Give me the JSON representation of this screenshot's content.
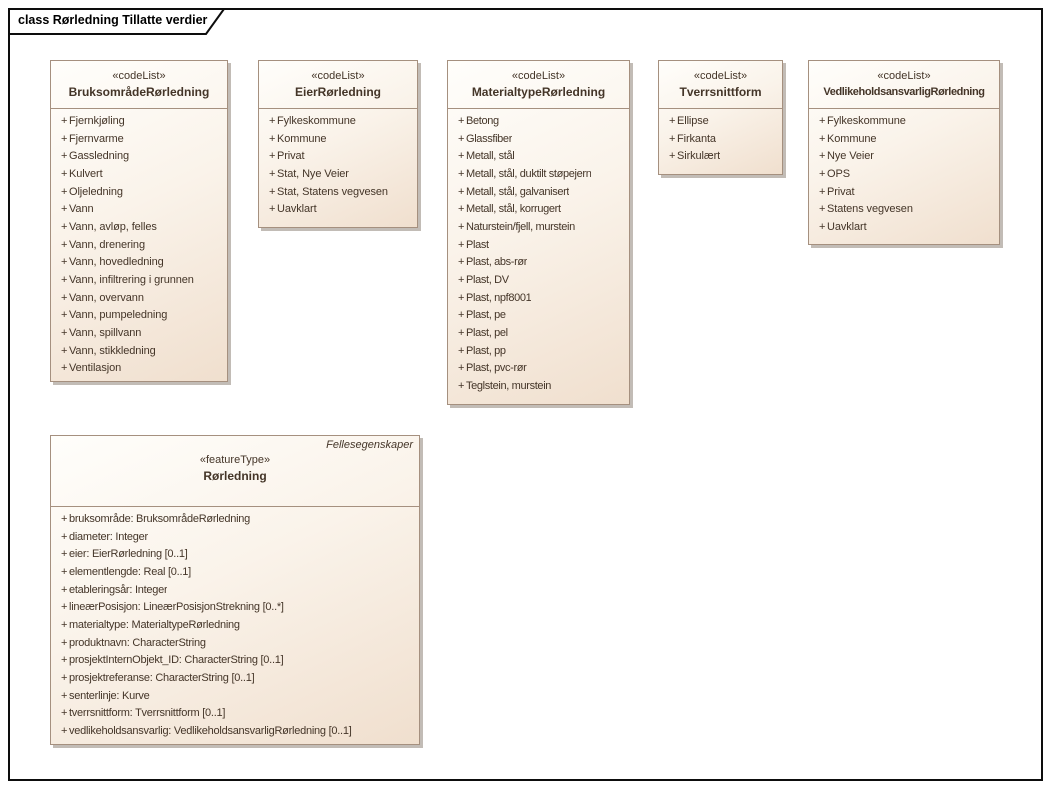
{
  "frame": {
    "title": "class Rørledning Tillatte verdier"
  },
  "ui": {
    "visibility_prefix": "+"
  },
  "colors": {
    "box_fill_light": "#fffefb",
    "box_fill_dark": "#f0dfce",
    "box_border": "#a5907f",
    "text": "#443528",
    "shadow": "#c2bcb6",
    "frame_border": "#0d0d0d"
  },
  "classes": [
    {
      "stereotype": "«codeList»",
      "name": "BruksområdeRørledning",
      "items": [
        "Fjernkjøling",
        "Fjernvarme",
        "Gassledning",
        "Kulvert",
        "Oljeledning",
        "Vann",
        "Vann, avløp, felles",
        "Vann, drenering",
        "Vann, hovedledning",
        "Vann, infiltrering i grunnen",
        "Vann, overvann",
        "Vann, pumpeledning",
        "Vann, spillvann",
        "Vann, stikkledning",
        "Ventilasjon"
      ]
    },
    {
      "stereotype": "«codeList»",
      "name": "EierRørledning",
      "items": [
        "Fylkeskommune",
        "Kommune",
        "Privat",
        "Stat, Nye Veier",
        "Stat, Statens vegvesen",
        "Uavklart"
      ]
    },
    {
      "stereotype": "«codeList»",
      "name": "MaterialtypeRørledning",
      "items": [
        "Betong",
        "Glassfiber",
        "Metall, stål",
        "Metall, stål, duktilt støpejern",
        "Metall, stål, galvanisert",
        "Metall, stål, korrugert",
        "Naturstein/fjell, murstein",
        "Plast",
        "Plast, abs-rør",
        "Plast, DV",
        "Plast, npf8001",
        "Plast, pe",
        "Plast, pel",
        "Plast, pp",
        "Plast, pvc-rør",
        "Teglstein, murstein"
      ]
    },
    {
      "stereotype": "«codeList»",
      "name": "Tverrsnittform",
      "items": [
        "Ellipse",
        "Firkanta",
        "Sirkulært"
      ]
    },
    {
      "stereotype": "«codeList»",
      "name": "VedlikeholdsansvarligRørledning",
      "items": [
        "Fylkeskommune",
        "Kommune",
        "Nye Veier",
        "OPS",
        "Privat",
        "Statens vegvesen",
        "Uavklart"
      ]
    }
  ],
  "feature": {
    "tag": "Fellesegenskaper",
    "stereotype": "«featureType»",
    "name": "Rørledning",
    "attributes": [
      "bruksområde: BruksområdeRørledning",
      "diameter: Integer",
      "eier: EierRørledning [0..1]",
      "elementlengde: Real [0..1]",
      "etableringsår: Integer",
      "lineærPosisjon: LineærPosisjonStrekning [0..*]",
      "materialtype: MaterialtypeRørledning",
      "produktnavn: CharacterString",
      "prosjektInternObjekt_ID: CharacterString [0..1]",
      "prosjektreferanse: CharacterString [0..1]",
      "senterlinje: Kurve",
      "tverrsnittform: Tverrsnittform [0..1]",
      "vedlikeholdsansvarlig: VedlikeholdsansvarligRørledning [0..1]"
    ]
  }
}
